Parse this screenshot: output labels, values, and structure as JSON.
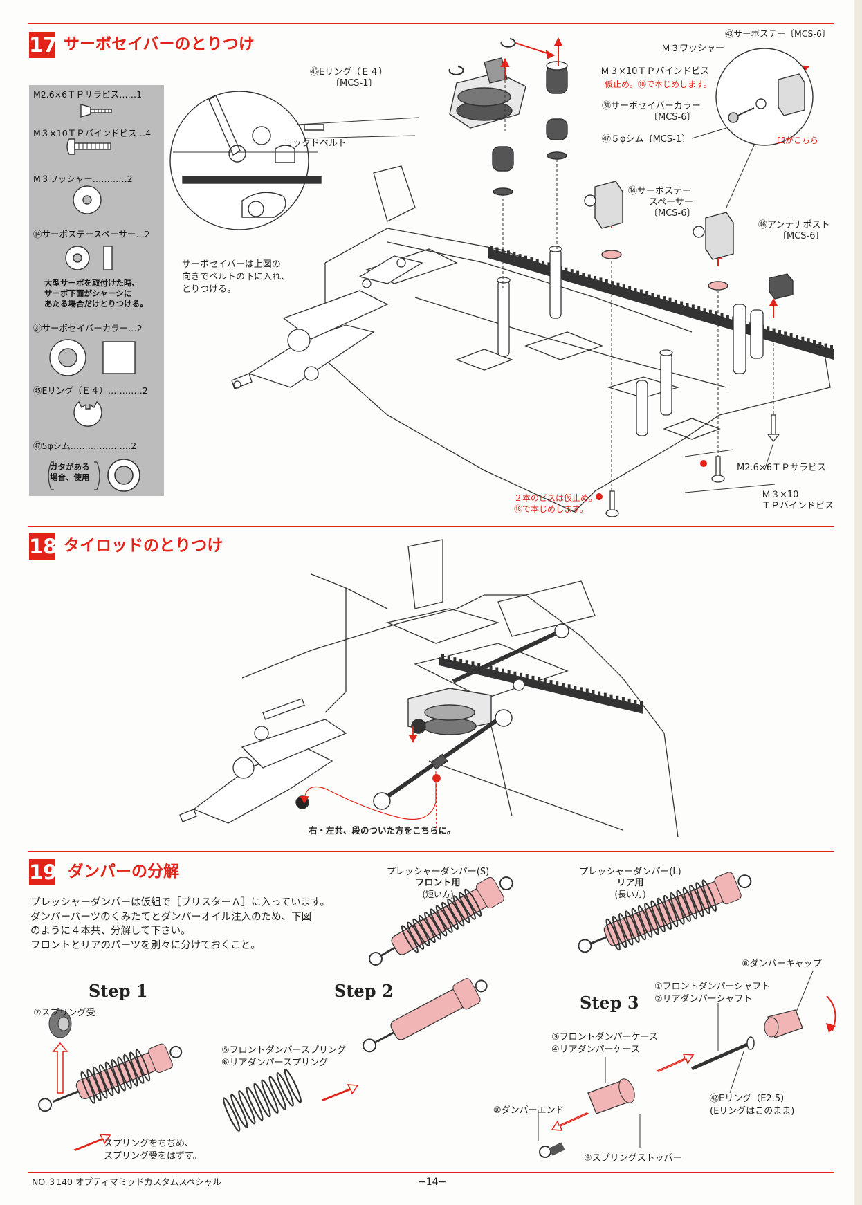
{
  "sections": {
    "s17": {
      "num": "17",
      "title": "サーボセイバーのとりつけ",
      "parts_list": [
        {
          "label": "M2.6×6ＴＰサラビス……1",
          "icon": "countersunk-screw-icon"
        },
        {
          "label": "M３×10ＴＰバインドビス…4",
          "icon": "binding-screw-icon"
        },
        {
          "label": "M３ワッシャー…………2",
          "icon": "washer-icon"
        },
        {
          "label": "⑭サーボステースペーサー…2",
          "icon": "spacer-icon"
        },
        {
          "label": "㉛サーボセイバーカラー…2",
          "icon": "collar-icon"
        },
        {
          "label": "㊺Eリング（Ｅ４）…………2",
          "icon": "e-ring-icon"
        },
        {
          "label": "㊼5φシム…………………2",
          "icon": "shim-icon"
        }
      ],
      "spacer_note": [
        "大型サーボを取付けた時、",
        "サーボ下面がシャーシに",
        "あたる場合だけとりつける。"
      ],
      "shim_note": [
        "ガタがある",
        "場合、使用"
      ],
      "callouts": {
        "e_ring": [
          "㊺Eリング（Ｅ４）",
          "〔MCS-1〕"
        ],
        "cock_belt": "コックドベルト",
        "saver_note": [
          "サーボセイバーは上図の",
          "向きでベルトの下に入れ、",
          "とりつける。"
        ],
        "m3_binding": "Ｍ３×10ＴＰバインドビス",
        "temp_tight": "仮止め。⑱で本じめします。",
        "saver_collar": [
          "㉛サーボセイバーカラー",
          "〔MCS-6〕"
        ],
        "shim": "㊼５φシム〔MCS-1〕",
        "servo_stay": "㊸サーボステー〔MCS-6〕",
        "m3_washer": "Ｍ３ワッシャー",
        "notch": "凹がこちら",
        "stay_spacer": [
          "⑭サーボステー",
          "スペーサー",
          "〔MCS-6〕"
        ],
        "antenna_post": [
          "㊻アンテナポスト",
          "〔MCS-6〕"
        ],
        "m26_screw": "M2.6×6ＴＰサラビス",
        "two_screws": [
          "２本のビスは仮止め。",
          "⑱で本じめします。"
        ],
        "m3_10": [
          "Ｍ３×10",
          "ＴＰバインドビス"
        ]
      }
    },
    "s18": {
      "num": "18",
      "title": "タイロッドのとりつけ",
      "note": "右・左共、段のついた方をこちらに。"
    },
    "s19": {
      "num": "19",
      "title": "ダンパーの分解",
      "intro": [
        "プレッシャーダンパーは仮組で［ブリスターＡ］に入っています。",
        "ダンパーパーツのくみたてとダンパーオイル注入のため、下図",
        "のように４本共、分解して下さい。",
        "フロントとリアのパーツを別々に分けておくこと。"
      ],
      "damper_s": [
        "プレッシャーダンパー(S)",
        "フロント用",
        "(短い方)"
      ],
      "damper_l": [
        "プレッシャーダンパー(L)",
        "リア用",
        "(長い方)"
      ],
      "step1": {
        "label": "Step 1",
        "spring_seat": "⑦スプリング受",
        "note": [
          "スプリングをちぢめ、",
          "スプリング受をはずす。"
        ]
      },
      "step2": {
        "label": "Step 2",
        "springs": [
          "⑤フロントダンパースプリング",
          "⑥リアダンパースプリング"
        ]
      },
      "step3": {
        "label": "Step 3",
        "cap": "⑧ダンパーキャップ",
        "shafts": [
          "①フロントダンパーシャフト",
          "②リアダンパーシャフト"
        ],
        "cases": [
          "③フロントダンパーケース",
          "④リアダンパーケース"
        ],
        "end": "⑩ダンパーエンド",
        "ering": [
          "㊷Eリング（E2.5）",
          "(Eリングはこのまま)"
        ],
        "stopper": "⑨スプリングストッパー"
      }
    }
  },
  "footer": {
    "model": "NO.３140 オプティマミッドカスタムスペシャル",
    "page": "−14−"
  }
}
